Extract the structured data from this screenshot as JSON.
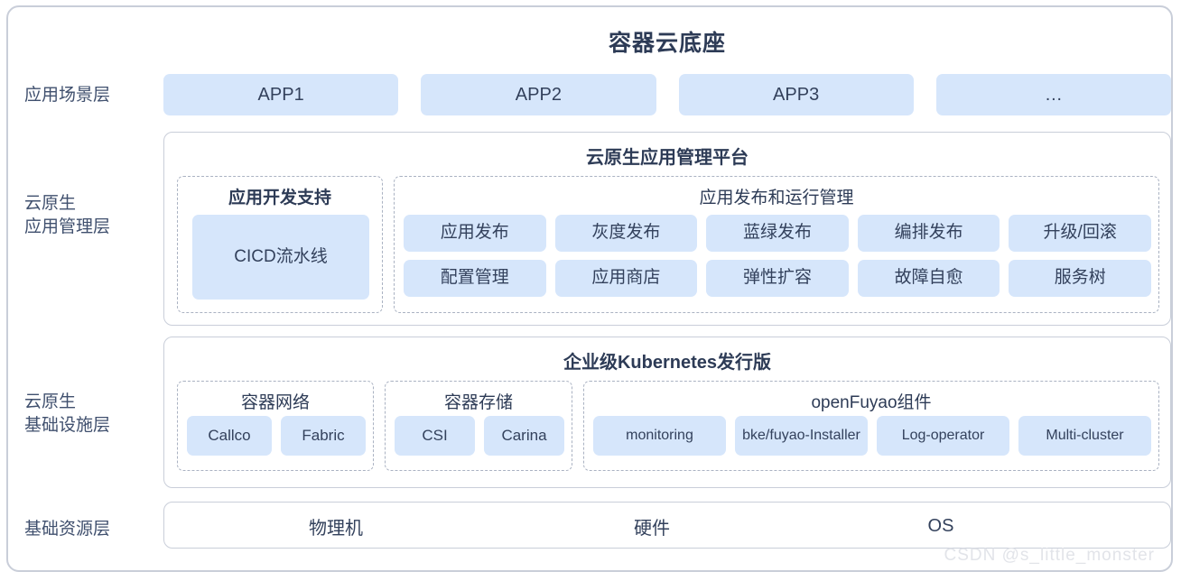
{
  "diagram": {
    "title": "容器云底座",
    "watermark": "CSDN @s_little_monster",
    "colors": {
      "chip_fill": "#d6e6fb",
      "text": "#33415c",
      "title_text": "#2d3b56",
      "panel_border": "#c9ced9",
      "dashed_border": "#aab2c2"
    }
  },
  "rows": {
    "app_scene": {
      "label": "应用场景层"
    },
    "app_mgmt": {
      "label": "云原生\n应用管理层"
    },
    "infra": {
      "label": "云原生\n基础设施层"
    },
    "resource": {
      "label": "基础资源层"
    }
  },
  "app_layer": {
    "items": [
      "APP1",
      "APP2",
      "APP3",
      "…"
    ]
  },
  "app_mgmt_layer": {
    "panel_title": "云原生应用管理平台",
    "dev_support": {
      "title": "应用开发支持",
      "items": [
        "CICD流水线"
      ]
    },
    "release_mgmt": {
      "title": "应用发布和运行管理",
      "items": [
        "应用发布",
        "灰度发布",
        "蓝绿发布",
        "编排发布",
        "升级/回滚",
        "配置管理",
        "应用商店",
        "弹性扩容",
        "故障自愈",
        "服务树"
      ]
    }
  },
  "infra_layer": {
    "panel_title": "企业级Kubernetes发行版",
    "network": {
      "title": "容器网络",
      "items": [
        "Callco",
        "Fabric"
      ]
    },
    "storage": {
      "title": "容器存储",
      "items": [
        "CSI",
        "Carina"
      ]
    },
    "fuyao": {
      "title": "openFuyao组件",
      "items": [
        "monitoring",
        "bke/fuyao-Installer",
        "Log-operator",
        "Multi-cluster"
      ]
    }
  },
  "resource_layer": {
    "items": [
      "物理机",
      "硬件",
      "OS"
    ]
  }
}
